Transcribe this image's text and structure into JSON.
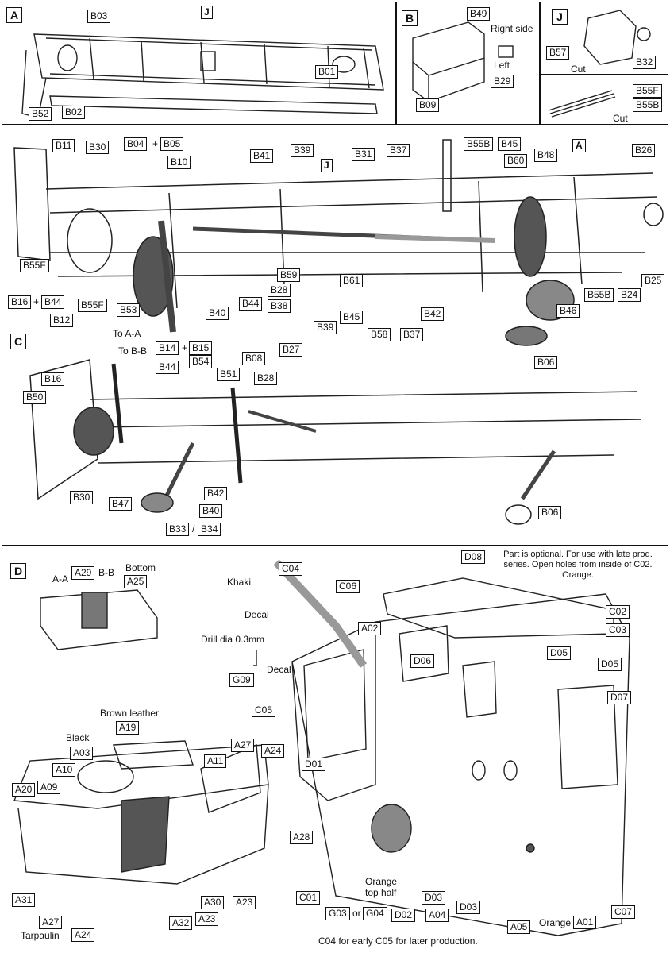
{
  "sections": {
    "A": {
      "letter": "A",
      "refs": [
        "B03",
        "J",
        "B01",
        "B52",
        "B02"
      ]
    },
    "B": {
      "letter": "B",
      "refs": [
        "B49",
        "B29",
        "B09"
      ],
      "notes": [
        "Right side",
        "Left"
      ]
    },
    "J": {
      "letter": "J",
      "refs": [
        "B57",
        "B32",
        "B55F",
        "B55B"
      ],
      "notes": [
        "Cut",
        "Cut"
      ]
    },
    "main": {
      "refs": [
        "B11",
        "B30",
        "B04",
        "B05",
        "B10",
        "B41",
        "B39",
        "J",
        "B31",
        "B37",
        "B55B",
        "B45",
        "A",
        "B26",
        "B60",
        "B48",
        "B55F",
        "B16",
        "B44",
        "B55F",
        "B12",
        "B53",
        "B40",
        "B44",
        "B28",
        "B38",
        "B59",
        "B45",
        "B61",
        "B58",
        "B37",
        "B42",
        "B39",
        "B46",
        "B55B",
        "B24",
        "B25"
      ],
      "plus": [
        "+",
        "+"
      ]
    },
    "C": {
      "letter": "C",
      "refs": [
        "B14",
        "B15",
        "B44",
        "B54",
        "B08",
        "B27",
        "B51",
        "B28",
        "B06",
        "B16",
        "B50",
        "B30",
        "B47",
        "B42",
        "B40",
        "B33",
        "B34",
        "B06"
      ],
      "notes": [
        "To A-A",
        "To B-B"
      ],
      "plus": "+",
      "slash": "/"
    },
    "D": {
      "letter": "D",
      "refs": [
        "A29",
        "A25",
        "D08",
        "C04",
        "C06",
        "A02",
        "D06",
        "C02",
        "C03",
        "D05",
        "D05",
        "G09",
        "C05",
        "D07",
        "A19",
        "A03",
        "A10",
        "A20",
        "A09",
        "A11",
        "A27",
        "A24",
        "A28",
        "D01",
        "A31",
        "A27",
        "A24",
        "A32",
        "A30",
        "A23",
        "A23",
        "C01",
        "G03",
        "G04",
        "D02",
        "D03",
        "A04",
        "D03",
        "A05",
        "A01",
        "C07"
      ],
      "notes": {
        "aa": "A-A",
        "bb": "B-B",
        "bottom": "Bottom",
        "khaki": "Khaki",
        "decal1": "Decal",
        "drill": "Drill dia 0.3mm",
        "decal2": "Decal",
        "optional": "Part is optional. For use with late prod. series. Open holes from inside of C02. Orange.",
        "brown": "Brown leather",
        "black": "Black",
        "tarpaulin": "Tarpaulin",
        "orange_top": "Orange top half",
        "or": "or",
        "orange": "Orange",
        "footer": "C04 for early C05 for later production."
      }
    }
  }
}
